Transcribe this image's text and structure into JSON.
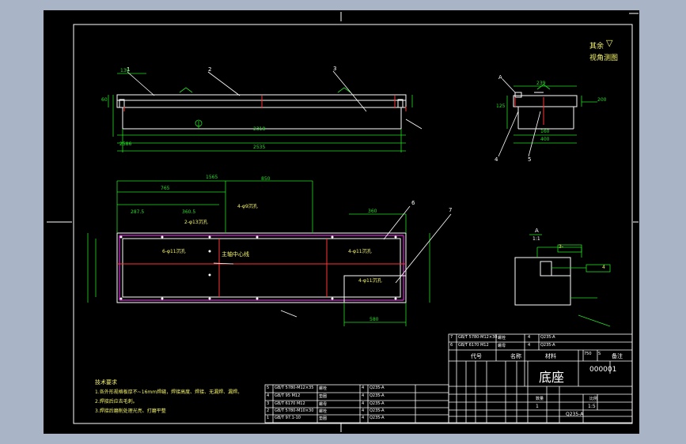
{
  "title_block": {
    "part_name": "底座",
    "drawing_number": "000001",
    "scale": "1:5",
    "material": "Q235-A",
    "qty": "1",
    "col_code": "代号",
    "col_name": "名称",
    "col_material": "材料",
    "col_remark": "备注",
    "col_qty": "数量",
    "col_scale_label": "比例",
    "stage_mark": "S",
    "total_weight": "750"
  },
  "roughness_note": {
    "line1": "其余",
    "line2": "视角测图"
  },
  "tech_requirements": {
    "title": "技术要求",
    "items": [
      "1.各外形规格板厚不~16mm焊缝，焊接高度、焊接、无漏焊、漏焊。",
      "2.焊接后应去毛刺。",
      "3.焊接后磨削处理光亮、打磨平整"
    ]
  },
  "detail_view": {
    "label": "A",
    "scale": "1:1",
    "note_left": "3-",
    "note_right": "4"
  },
  "callouts": [
    "1",
    "2",
    "3",
    "4",
    "5",
    "6",
    "7"
  ],
  "annotations": {
    "center_line": "主轴中心线",
    "mark_a": "A",
    "hole_note_1": "6-φ11沉孔",
    "hole_note_2": "4-φ9沉孔",
    "hole_note_3": "2-φ13沉孔",
    "hole_note_4": "4-φ11沉孔",
    "hole_note_5": "4-φ11沉孔"
  },
  "dimensions": {
    "front": [
      "2586",
      "2318",
      "2535",
      "130",
      "60"
    ],
    "side": [
      "239",
      "160",
      "400",
      "125",
      "200"
    ],
    "top": [
      "1565",
      "765",
      "287.5",
      "360.5",
      "850",
      "360",
      "580"
    ]
  },
  "bom_rows": [
    [
      "5",
      "GB/T 5780-M12×35",
      "螺栓",
      "4",
      "Q235-A"
    ],
    [
      "4",
      "GB/T 95 M12",
      "垫圈",
      "4",
      "Q235-A"
    ],
    [
      "3",
      "GB/T 6170 M12",
      "螺母",
      "4",
      "Q235-A"
    ],
    [
      "2",
      "GB/T 5780-M10×30",
      "螺栓",
      "4",
      "Q235-A"
    ],
    [
      "1",
      "GB/T 97.1-10",
      "垫圈",
      "4",
      "Q235-A"
    ]
  ],
  "bom_top_rows": [
    [
      "7",
      "GB/T 5780-M12×30",
      "螺栓",
      "4",
      "Q235-A"
    ],
    [
      "6",
      "GB/T 6170 M12",
      "螺母",
      "4",
      "Q235-A"
    ]
  ],
  "colors": {
    "line": "#ffffff",
    "dim": "#22dd22",
    "text": "#f4f46a",
    "accent": "#dd22dd",
    "red": "#ff3333",
    "frame": "#ffffff"
  }
}
